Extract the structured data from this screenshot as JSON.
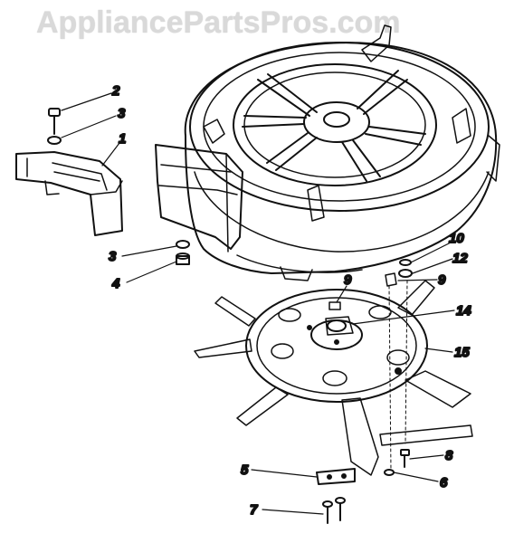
{
  "watermark": "AppliancePartsPros.com",
  "callouts": [
    {
      "id": "c1",
      "text": "1"
    },
    {
      "id": "c2",
      "text": "2"
    },
    {
      "id": "c3a",
      "text": "3"
    },
    {
      "id": "c3b",
      "text": "3"
    },
    {
      "id": "c4",
      "text": "4"
    },
    {
      "id": "c5",
      "text": "5"
    },
    {
      "id": "c6",
      "text": "6"
    },
    {
      "id": "c7",
      "text": "7"
    },
    {
      "id": "c8",
      "text": "8"
    },
    {
      "id": "c9a",
      "text": "9"
    },
    {
      "id": "c9b",
      "text": "9"
    },
    {
      "id": "c10",
      "text": "10"
    },
    {
      "id": "c12",
      "text": "12"
    },
    {
      "id": "c14",
      "text": "14"
    },
    {
      "id": "c15",
      "text": "15"
    }
  ],
  "colors": {
    "ink": "#111111",
    "watermark": "#d9d9d9",
    "paper": "#ffffff"
  }
}
